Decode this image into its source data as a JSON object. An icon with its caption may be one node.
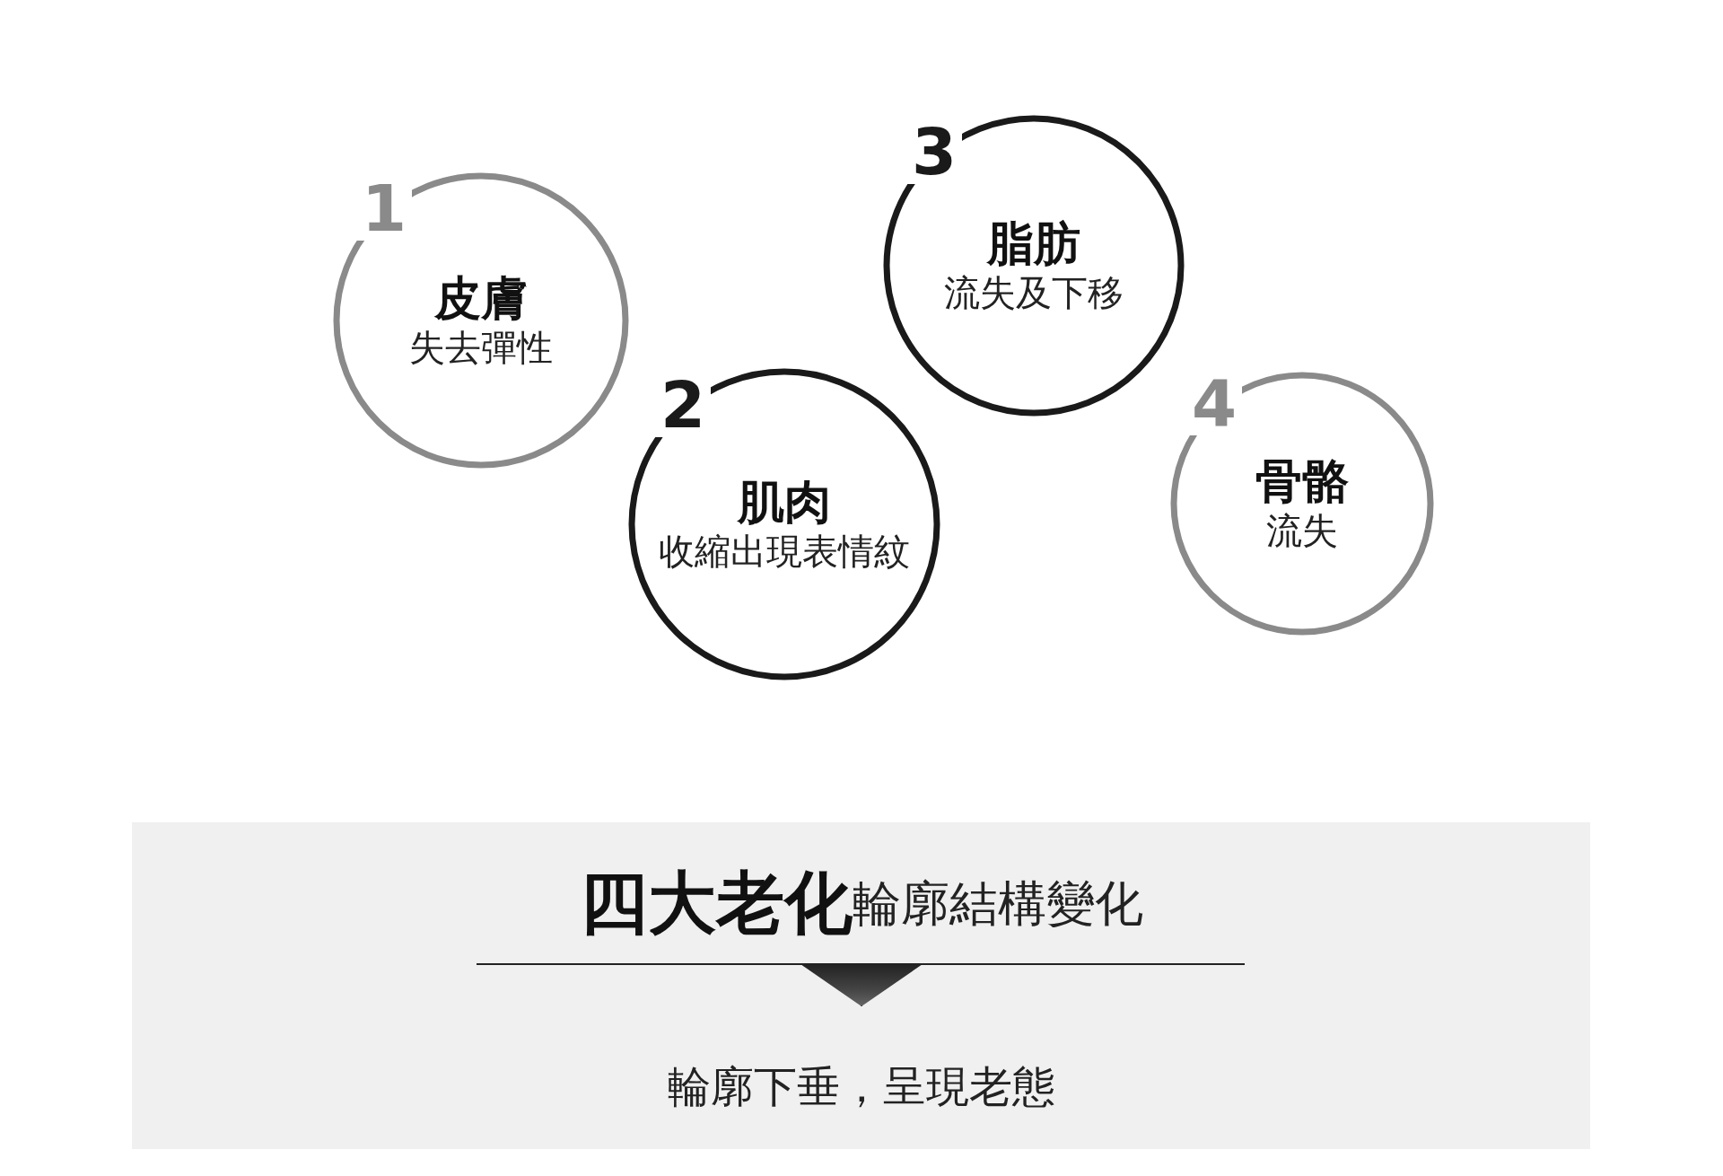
{
  "diagram": {
    "nodes": [
      {
        "text": [
          "1",
          "皮膚",
          "失去彈性"
        ]
      },
      {
        "text": [
          "2",
          "肌肉",
          "收縮出現表情紋"
        ]
      },
      {
        "text": [
          "3",
          "脂肪",
          "流失及下移"
        ]
      },
      {
        "text": [
          "4",
          "骨骼",
          "流失"
        ]
      },
      {
        "text": [],
        "shape": "box"
      },
      {
        "text": [
          "**四大老化**輪廓結構變化"
        ],
        "in": 4
      },
      {
        "text": [
          "輪廓下垂，呈現老態"
        ],
        "in": 4
      }
    ],
    "edges": [
      {
        "from": 5,
        "to": 6,
        "arrow": "to"
      }
    ]
  }
}
